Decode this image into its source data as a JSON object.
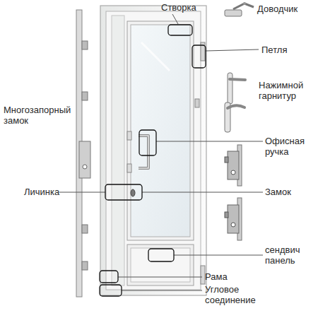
{
  "diagram": {
    "labels": [
      "Створка",
      "Доводчик",
      "Петля",
      "Нажимной гарнитур",
      "Многозапорный замок",
      "Офисная ручка",
      "Личинка",
      "Замок",
      "сендвич панель",
      "Рама",
      "Угловое соединение"
    ]
  }
}
